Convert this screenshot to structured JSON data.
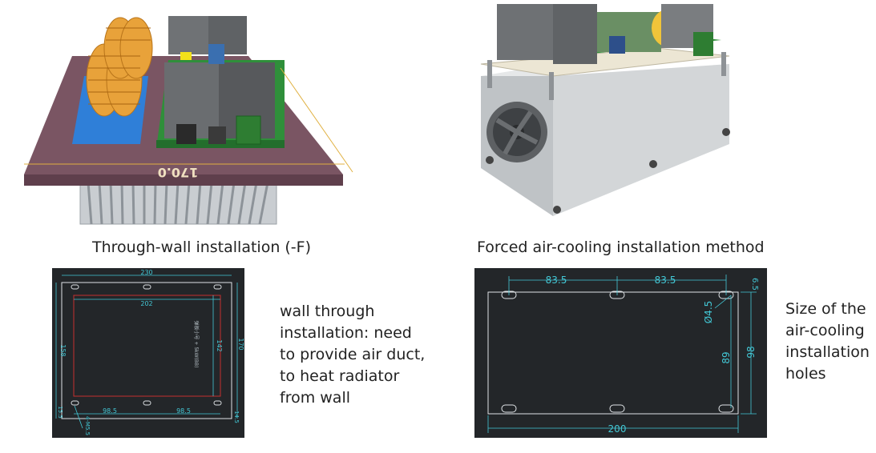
{
  "left": {
    "board_dimension": "170.0",
    "caption": "Through-wall installation (-F)",
    "note": "wall through installation:  need to provide air duct, to heat radiator from wall",
    "drawing": {
      "width_outer": "230",
      "width_inner": "202",
      "height_outer": "170",
      "height_left": "158",
      "height_inner": "142",
      "hole_spacing_1": "98.5",
      "hole_spacing_2": "98.5",
      "hole_label": "4-M5.5",
      "margin_left": "15.5",
      "margin_right": "14.5",
      "side_text": "弹板小号 + 5kW(BB)"
    }
  },
  "right": {
    "caption": "Forced air-cooling installation method",
    "note": "Size of the air-cooling installation holes",
    "drawing": {
      "spacing_1": "83.5",
      "spacing_2": "83.5",
      "top_margin": "6.5",
      "hole_diameter": "Ø4.5",
      "inner_height": "89",
      "outer_height": "98",
      "width": "200"
    }
  }
}
